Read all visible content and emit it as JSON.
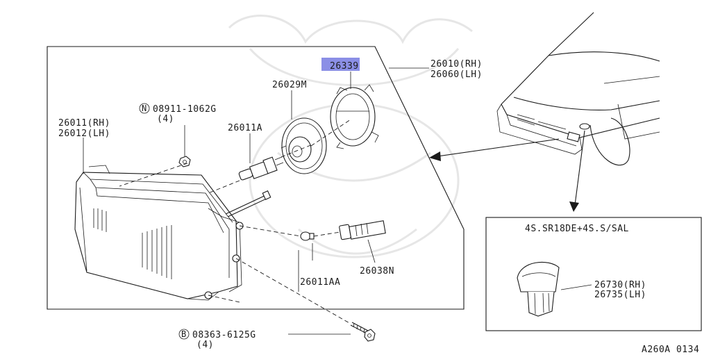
{
  "labels": {
    "part_26339": "26339",
    "part_26010": "26010(RH)",
    "part_26060": "26060(LH)",
    "part_26029M": "26029M",
    "part_08911": "08911-1062G",
    "part_08911_qty": "(4)",
    "part_26011": "26011(RH)",
    "part_26012": "26012(LH)",
    "part_26011A": "26011A",
    "part_26011AA": "26011AA",
    "part_26038N": "26038N",
    "part_08363": "08363-6125G",
    "part_08363_qty": "(4)",
    "inset_title": "4S.SR18DE+4S.S/SAL",
    "part_26730": "26730(RH)",
    "part_26735": "26735(LH)",
    "drawing_code": "A260A 0134",
    "symbol_n": "N",
    "symbol_b": "B"
  },
  "colors": {
    "line": "#1a1a1a",
    "highlight": "#8b8fe6",
    "watermark": "#e6e6e6",
    "background": "#ffffff"
  },
  "icons": [
    "headlamp-assembly-icon",
    "bulb-icon",
    "socket-icon",
    "bulb-cover-icon",
    "nut-icon",
    "bolt-icon",
    "screw-icon",
    "side-marker-lamp-icon",
    "car-front-icon"
  ]
}
